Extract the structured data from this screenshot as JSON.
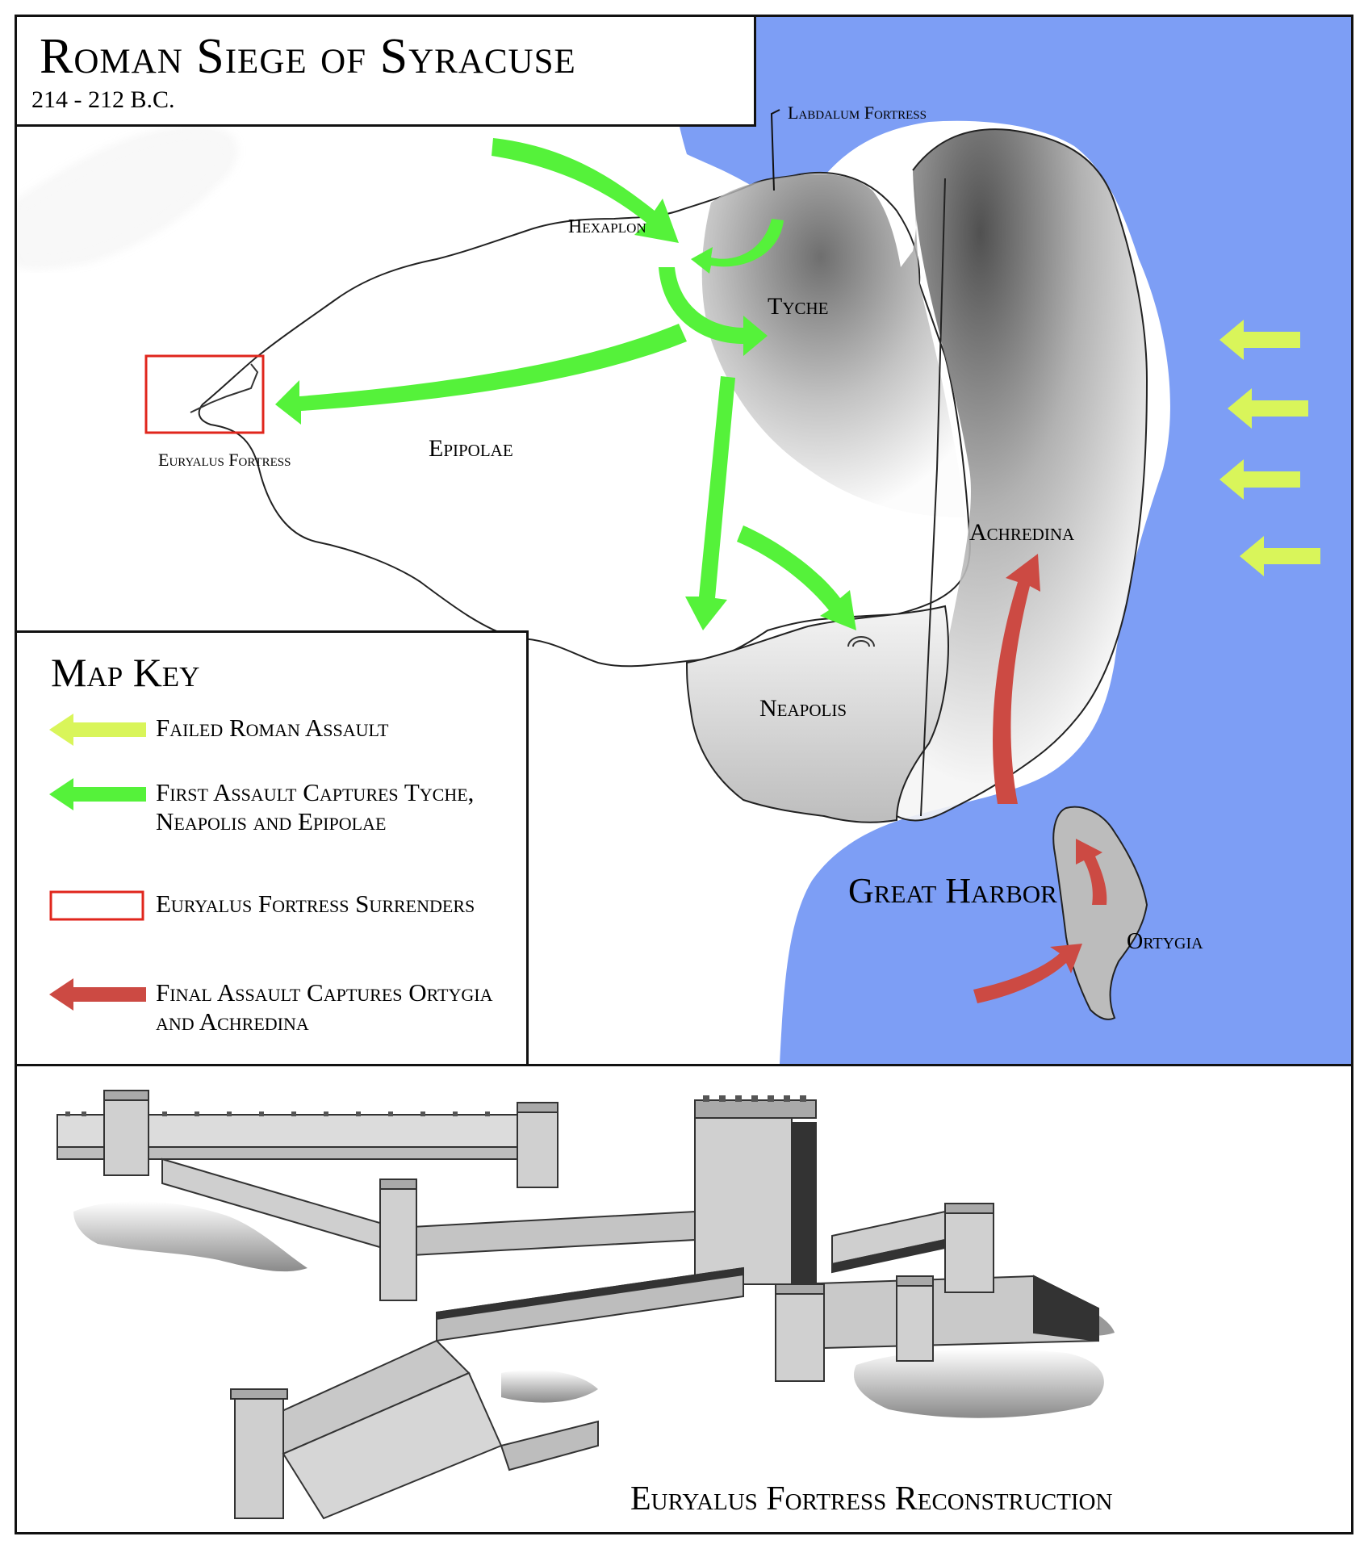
{
  "title": "Roman Siege of Syracuse",
  "subtitle": "214 - 212 B.C.",
  "colors": {
    "sea": "#7d9ef5",
    "failed_assault": "#d9f55a",
    "first_assault": "#55f23a",
    "final_assault": "#cc4a43",
    "euryalus_box": "#e0261c"
  },
  "places": {
    "labdalum": "Labdalum Fortress",
    "hexaplon": "Hexaplon",
    "tyche": "Tyche",
    "epipolae": "Epipolae",
    "euryalus": "Euryalus Fortress",
    "achredina": "Achredina",
    "neapolis": "Neapolis",
    "great_harbor": "Great Harbor",
    "ortygia": "Ortygia"
  },
  "map_key": {
    "title": "Map Key",
    "items": [
      {
        "label": "Failed Roman Assault",
        "symbol": "yellow-green-arrow"
      },
      {
        "label": "First Assault Captures Tyche, Neapolis and Epipolae",
        "symbol": "green-arrow"
      },
      {
        "label": "Euryalus Fortress Surrenders",
        "symbol": "red-outline-box"
      },
      {
        "label": "Final Assault Captures Ortygia and Achredina",
        "symbol": "red-arrow"
      }
    ]
  },
  "reconstruction": {
    "caption": "Euryalus Fortress Reconstruction"
  }
}
